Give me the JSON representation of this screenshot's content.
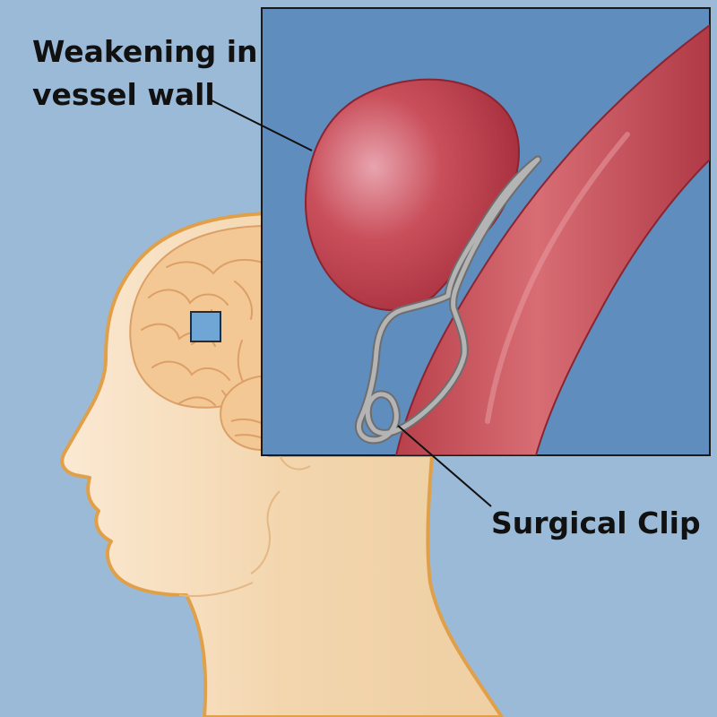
{
  "labels": {
    "weakening_line1": "Weakening in",
    "weakening_line2": "vessel wall",
    "surgical_clip": "Surgical Clip"
  },
  "colors": {
    "background": "#9bbad8",
    "skin": "#f3d6ae",
    "skin_outline": "#e0a04a",
    "inset_background": "#5f8dbd",
    "artery": "#c9535c",
    "aneurysm": "#c0434f",
    "clip": "#9a9a9a",
    "marker": "#6fa6d6"
  },
  "icons": {
    "head": "head-profile-icon",
    "brain": "brain-icon",
    "clip": "surgical-clip-icon"
  }
}
